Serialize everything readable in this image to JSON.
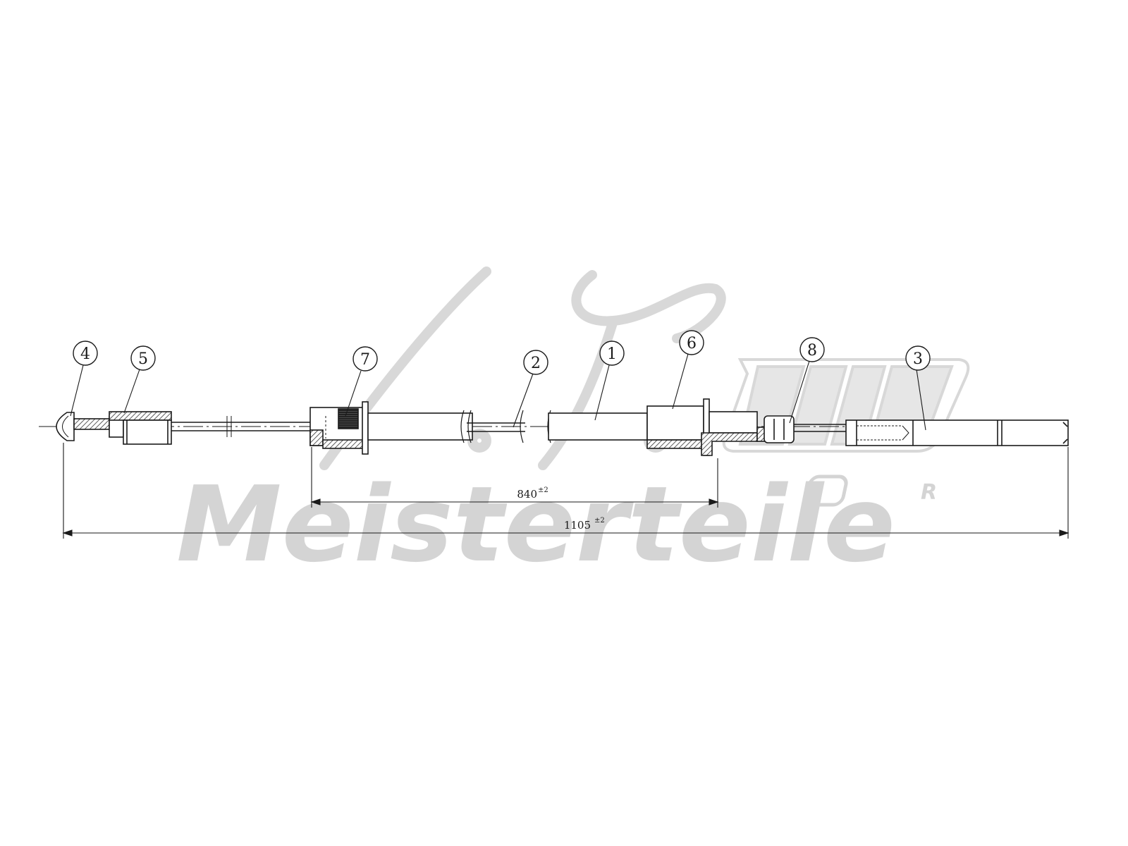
{
  "watermark": {
    "brand": "Meisterteile",
    "registered": "R",
    "color": "#d4d4d4"
  },
  "callouts": [
    "4",
    "5",
    "7",
    "2",
    "1",
    "6",
    "8",
    "3"
  ],
  "dimensions": {
    "inner": {
      "value": "840",
      "tolerance": "±2"
    },
    "overall": {
      "value": "1105",
      "tolerance": "±2"
    }
  },
  "colors": {
    "line": "#1a1a1a",
    "hatch": "#555555"
  }
}
